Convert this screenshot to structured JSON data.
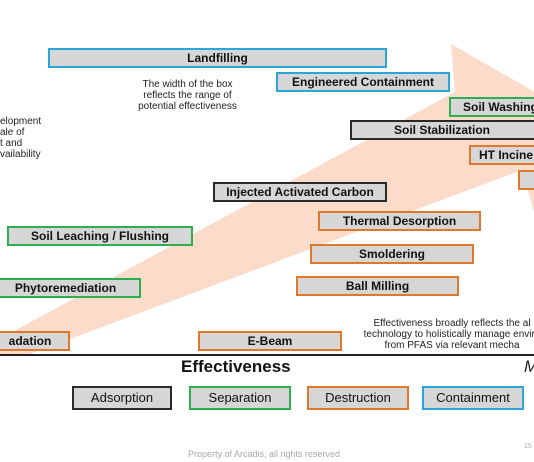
{
  "boxes": {
    "landfilling": {
      "label": "Landfilling",
      "category": "Containment"
    },
    "engineered_containment": {
      "label": "Engineered Containment",
      "category": "Containment"
    },
    "soil_washing": {
      "label": "Soil Washing",
      "category": "Separation"
    },
    "soil_stabilization": {
      "label": "Soil Stabilization",
      "category": "Adsorption"
    },
    "ht_incineration": {
      "label": "HT Incine",
      "category": "Destruction"
    },
    "injected_activated_carbon": {
      "label": "Injected Activated Carbon",
      "category": "Adsorption"
    },
    "thermal_desorption": {
      "label": "Thermal Desorption",
      "category": "Destruction"
    },
    "soil_leaching": {
      "label": "Soil Leaching / Flushing",
      "category": "Separation"
    },
    "smoldering": {
      "label": "Smoldering",
      "category": "Destruction"
    },
    "phytoremediation": {
      "label": "Phytoremediation",
      "category": "Separation"
    },
    "ball_milling": {
      "label": "Ball Milling",
      "category": "Destruction"
    },
    "degradation": {
      "label": "adation",
      "category": "Destruction"
    },
    "e_beam": {
      "label": "E-Beam",
      "category": "Destruction"
    }
  },
  "notes": {
    "box_width": [
      "The width of the box",
      "reflects the range of",
      "potential effectiveness"
    ],
    "development": [
      "elopment",
      "ale of",
      "t and",
      "vailability"
    ],
    "effectiveness": [
      "Effectiveness broadly reflects the al",
      "technology to holistically manage enviro",
      "from PFAS via relevant mecha"
    ]
  },
  "axis": {
    "title": "Effectiveness",
    "right_label": "M"
  },
  "legend": [
    {
      "label": "Adsorption",
      "color": "#2a2a2a"
    },
    {
      "label": "Separation",
      "color": "#2fae4f"
    },
    {
      "label": "Destruction",
      "color": "#e0782b"
    },
    {
      "label": "Containment",
      "color": "#2aa6d8"
    }
  ],
  "colors": {
    "arrow": "#fbdccb",
    "box_fill": "#d6d6d6",
    "adsorption": "#2a2a2a",
    "separation": "#2fae4f",
    "destruction": "#e0782b",
    "containment": "#2aa6d8"
  },
  "footer": {
    "text": "Property of Arcadis, all rights reserved",
    "page": "15"
  }
}
